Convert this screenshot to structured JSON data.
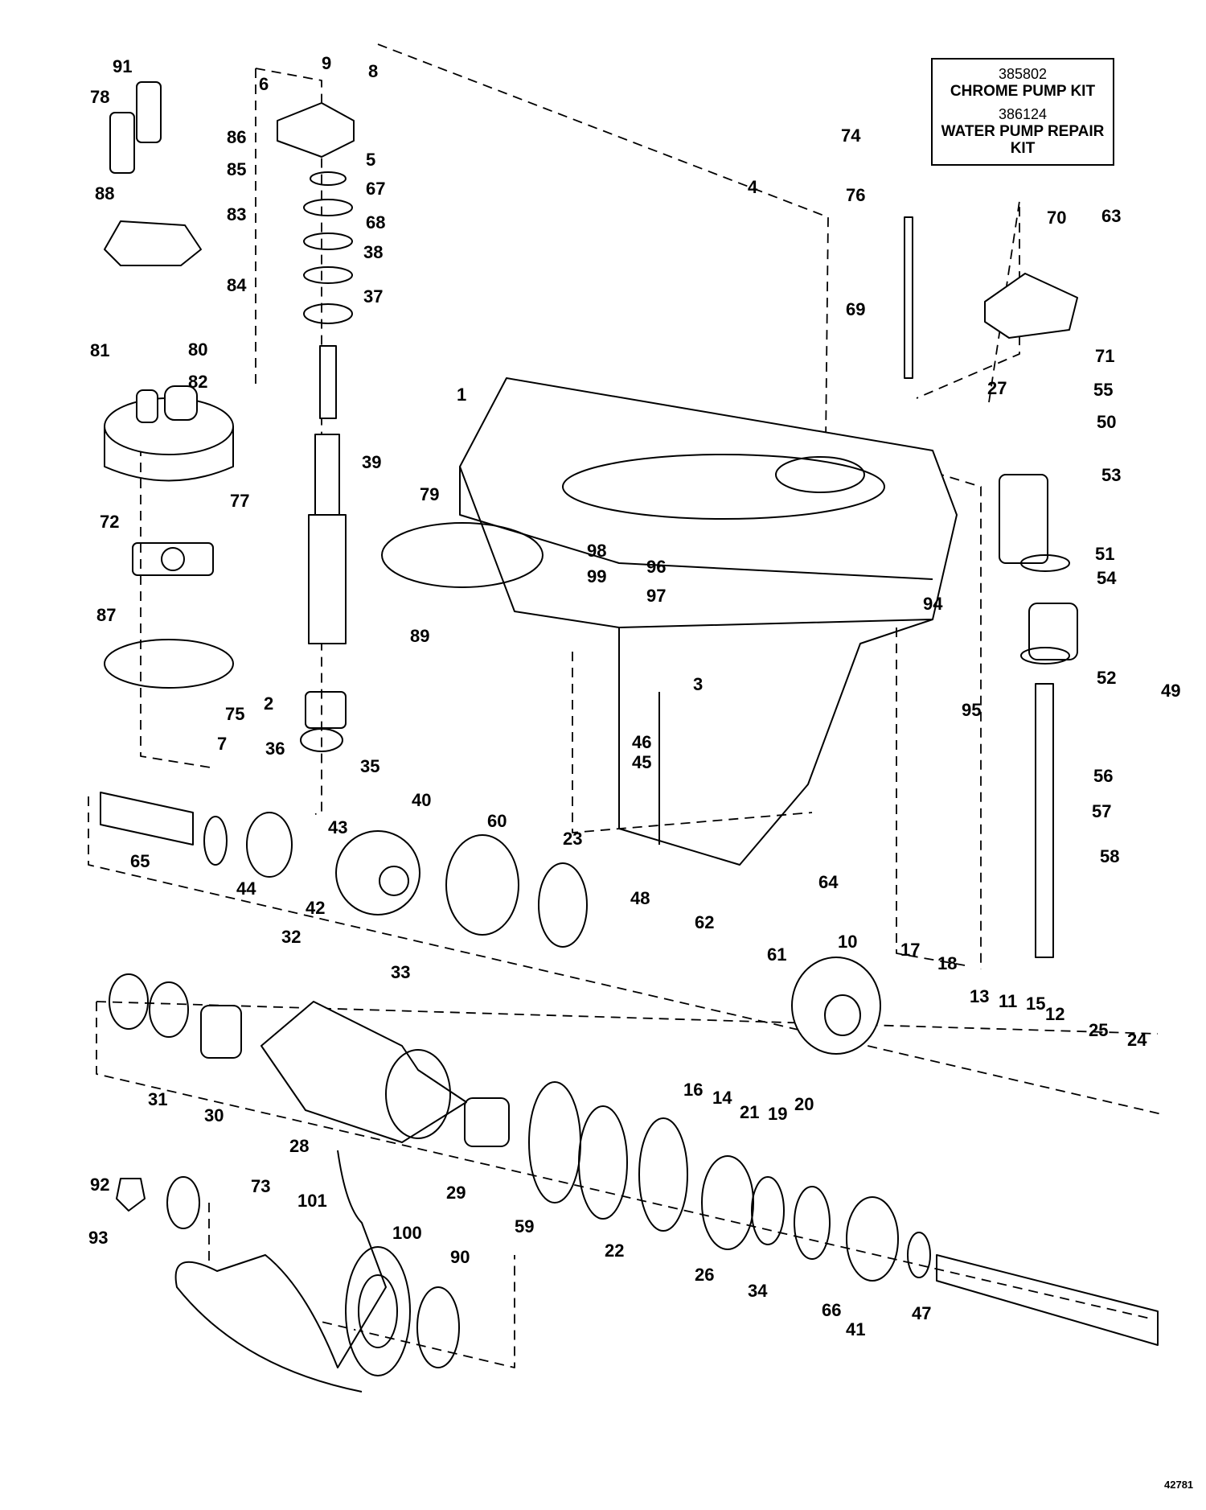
{
  "kits": [
    {
      "part_number": "385802",
      "name": "CHROME PUMP KIT"
    },
    {
      "part_number": "386124",
      "name": "WATER PUMP REPAIR KIT"
    }
  ],
  "figure_number": "42781",
  "callouts": [
    "1",
    "2",
    "3",
    "4",
    "5",
    "6",
    "7",
    "8",
    "9",
    "10",
    "11",
    "12",
    "13",
    "14",
    "15",
    "16",
    "17",
    "18",
    "19",
    "20",
    "21",
    "22",
    "23",
    "24",
    "25",
    "26",
    "27",
    "28",
    "29",
    "30",
    "31",
    "32",
    "33",
    "34",
    "35",
    "36",
    "37",
    "38",
    "39",
    "40",
    "41",
    "42",
    "43",
    "44",
    "45",
    "46",
    "47",
    "48",
    "49",
    "50",
    "51",
    "52",
    "53",
    "54",
    "55",
    "56",
    "57",
    "58",
    "59",
    "60",
    "61",
    "62",
    "63",
    "64",
    "65",
    "66",
    "67",
    "68",
    "69",
    "70",
    "71",
    "72",
    "73",
    "74",
    "75",
    "76",
    "77",
    "78",
    "79",
    "80",
    "81",
    "82",
    "83",
    "84",
    "85",
    "86",
    "87",
    "88",
    "89",
    "90",
    "91",
    "92",
    "93",
    "94",
    "95",
    "96",
    "97",
    "98",
    "99",
    "100",
    "101"
  ]
}
